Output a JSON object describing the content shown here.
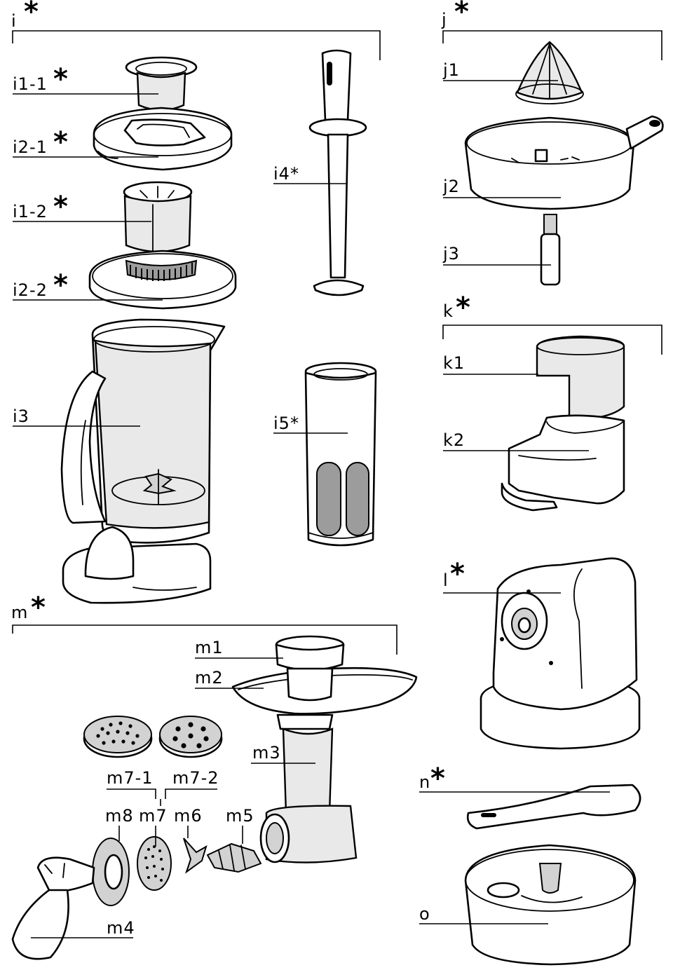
{
  "labels": {
    "i": "i",
    "i1_1": "i1-1",
    "i2_1": "i2-1",
    "i1_2": "i1-2",
    "i2_2": "i2-2",
    "i3": "i3",
    "i4": "i4*",
    "i5": "i5*",
    "j": "j",
    "j1": "j1",
    "j2": "j2",
    "j3": "j3",
    "k": "k",
    "k1": "k1",
    "k2": "k2",
    "l": "l",
    "m": "m",
    "m1": "m1",
    "m2": "m2",
    "m3": "m3",
    "m7_1": "m7-1",
    "m7_2": "m7-2",
    "m8": "m8",
    "m7": "m7",
    "m6": "m6",
    "m5": "m5",
    "m4": "m4",
    "n": "n",
    "o": "o"
  },
  "star": "*"
}
